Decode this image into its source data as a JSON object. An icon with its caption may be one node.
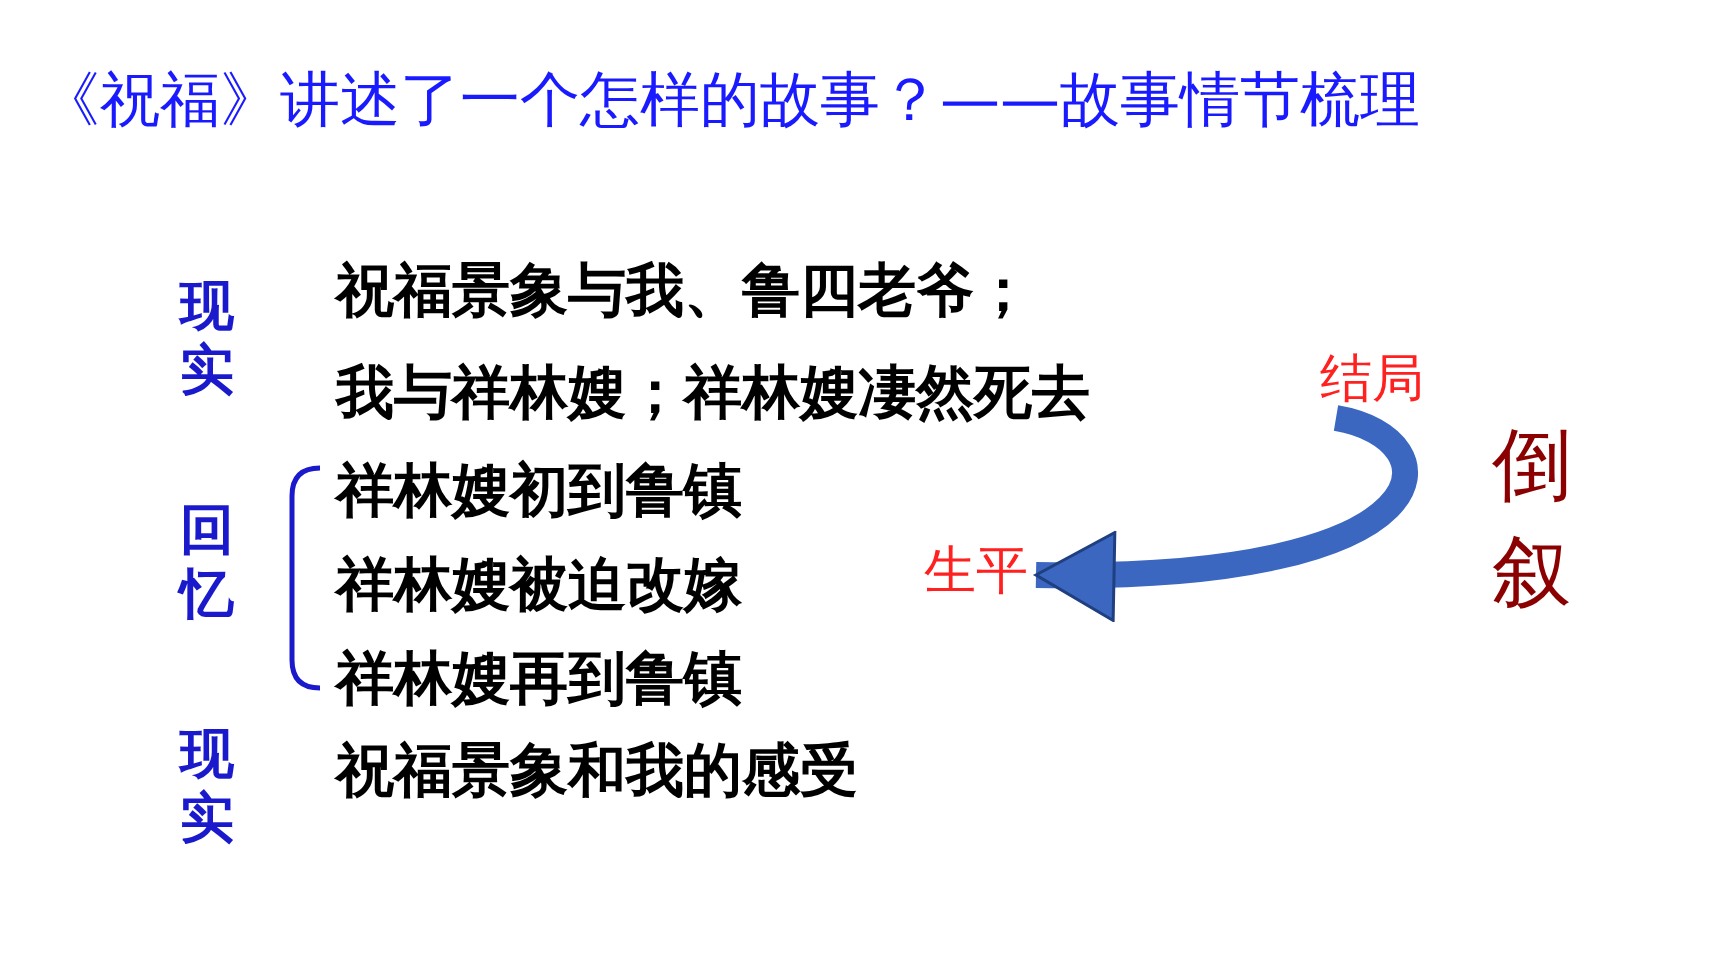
{
  "diagram": {
    "title": "《祝福》讲述了一个怎样的故事？——故事情节梳理",
    "nodes": [
      {
        "text": [
          "结局"
        ]
      },
      {
        "text": [
          "生平"
        ]
      }
    ],
    "edges": [
      {
        "from": 0,
        "to": 1,
        "arrow": "to"
      }
    ],
    "labels": [
      "现实",
      "祝福景象与我、鲁四老爷；",
      "我与祥林嫂；祥林嫂凄然死去",
      "回忆",
      "祥林嫂初到鲁镇",
      "祥林嫂被迫改嫁",
      "祥林嫂再到鲁镇",
      "现实",
      "祝福景象和我的感受",
      "倒叙"
    ]
  }
}
